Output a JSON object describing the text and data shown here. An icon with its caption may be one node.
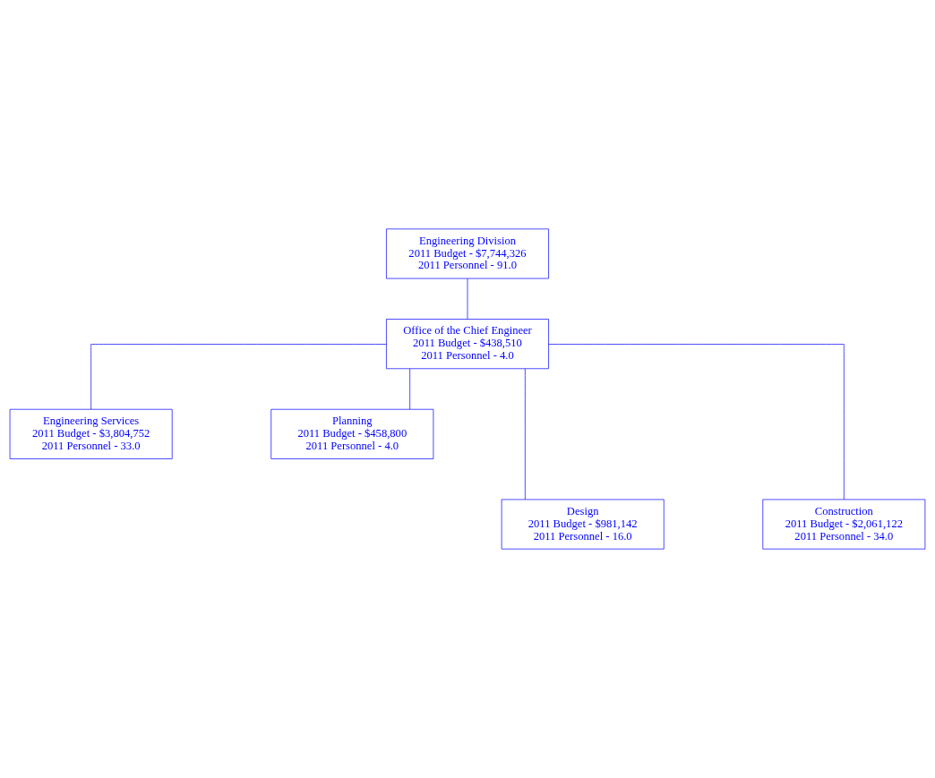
{
  "diagram": {
    "nodes": [
      {
        "text": [
          "Engineering Division",
          "2011 Budget - $7,744,326",
          "2011 Personnel - 91.0"
        ]
      },
      {
        "text": [
          "Office of the Chief Engineer",
          "2011 Budget - $438,510",
          "2011 Personnel - 4.0"
        ]
      },
      {
        "text": [
          "Engineering Services",
          "2011 Budget - $3,804,752",
          "2011 Personnel - 33.0"
        ]
      },
      {
        "text": [
          "Planning",
          "2011 Budget - $458,800",
          "2011 Personnel - 4.0"
        ]
      },
      {
        "text": [
          "Design",
          "2011 Budget - $981,142",
          "2011 Personnel - 16.0"
        ]
      },
      {
        "text": [
          "Construction",
          "2011 Budget - $2,061,122",
          "2011 Personnel - 34.0"
        ]
      }
    ],
    "edges": [
      {
        "from": 0,
        "to": 1,
        "arrow": "none"
      },
      {
        "from": 1,
        "to": 2,
        "arrow": "none"
      },
      {
        "from": 1,
        "to": 3,
        "arrow": "none"
      },
      {
        "from": 1,
        "to": 4,
        "arrow": "none"
      },
      {
        "from": 1,
        "to": 5,
        "arrow": "none"
      }
    ]
  }
}
